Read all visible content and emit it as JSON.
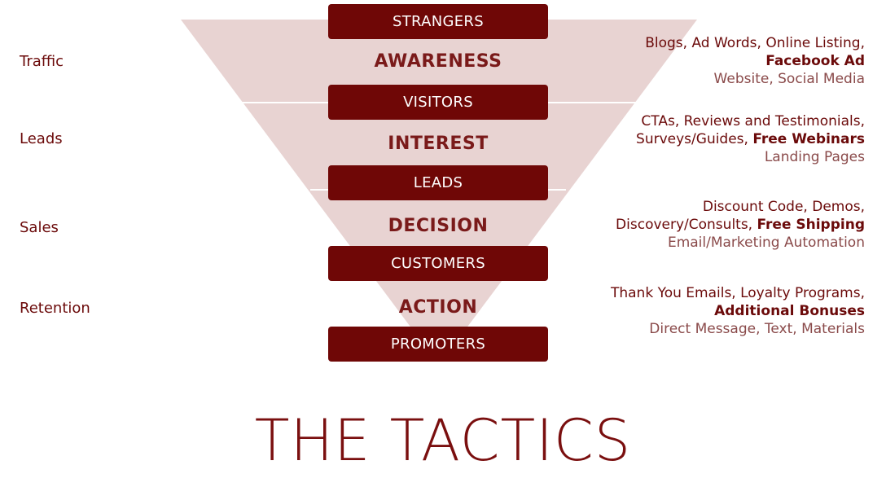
{
  "colors": {
    "box_fill": "#6f0706",
    "funnel_fill": "#e8d3d2",
    "funnel_divider": "#ffffff",
    "text_dark_red": "#6b0a0a",
    "text_muted": "#8a4a4a"
  },
  "left_labels": [
    "Traffic",
    "Leads",
    "Sales",
    "Retention"
  ],
  "boxes": [
    "STRANGERS",
    "VISITORS",
    "LEADS",
    "CUSTOMERS",
    "PROMOTERS"
  ],
  "phases": [
    "AWARENESS",
    "INTEREST",
    "DECISION",
    "ACTION"
  ],
  "tactics": [
    {
      "line1": "Blogs, Ad Words, Online Listing,",
      "bold": "Facebook Ad",
      "line3": "Website, Social Media"
    },
    {
      "line1": "CTAs, Reviews and Testimonials,",
      "line2_prefix": "Surveys/Guides, ",
      "bold": "Free Webinars",
      "line3": "Landing Pages"
    },
    {
      "line1": "Discount Code, Demos,",
      "line2_prefix": "Discovery/Consults, ",
      "bold": "Free Shipping",
      "line3": "Email/Marketing Automation"
    },
    {
      "line1": "Thank You Emails, Loyalty Programs,",
      "bold": "Additional Bonuses",
      "line3": "Direct Message, Text, Materials"
    }
  ],
  "title": "THE TACTICS"
}
